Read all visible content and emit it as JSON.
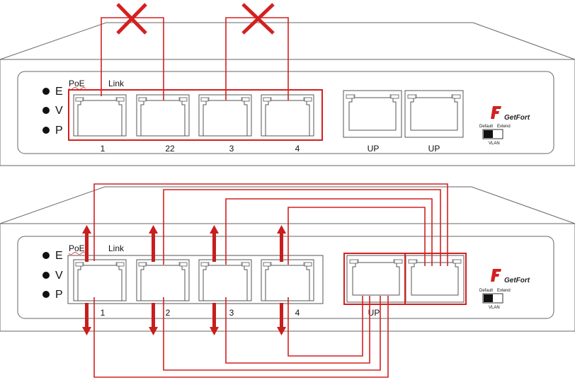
{
  "colors": {
    "outline": "#555555",
    "accent": "#d42020",
    "text": "#111111"
  },
  "top_panel": {
    "indicators": [
      "E",
      "V",
      "P"
    ],
    "header_labels": {
      "poe": "PoE",
      "link": "Link"
    },
    "port_labels": [
      "1",
      "22",
      "3",
      "4"
    ],
    "uplink_labels": [
      "UP",
      "UP"
    ],
    "brand": "GetFort",
    "switch_labels": {
      "left": "Default",
      "right": "Extend",
      "bottom": "VLAN"
    },
    "blocked_icon": "x-mark-icon"
  },
  "bottom_panel": {
    "indicators": [
      "E",
      "V",
      "P"
    ],
    "header_labels": {
      "poe": "PoE",
      "link": "Link"
    },
    "port_labels": [
      "1",
      "2",
      "3",
      "4"
    ],
    "uplink_label": "UP",
    "brand": "GetFort",
    "switch_labels": {
      "left": "Default",
      "right": "Extend",
      "bottom": "VLAN"
    },
    "arrow_icon": "double-arrow-icon"
  }
}
